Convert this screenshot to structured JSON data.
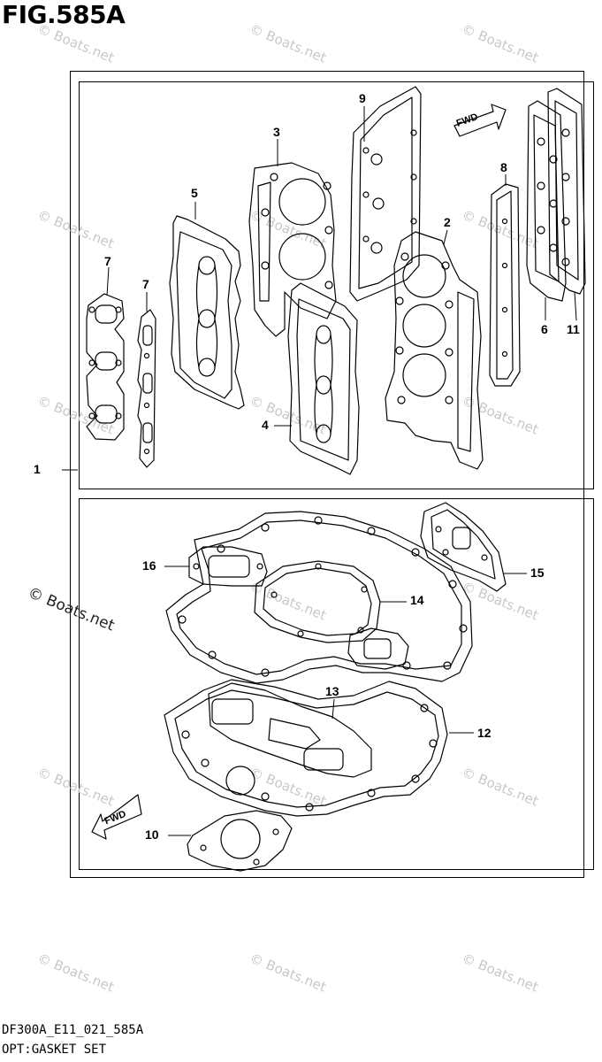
{
  "figure": {
    "title": "FIG.585A"
  },
  "watermark": {
    "text": "© Boats.net",
    "color": "#c8c8c8"
  },
  "direction_labels": {
    "fwd": "FWD"
  },
  "callouts": {
    "c1": "1",
    "c2": "2",
    "c3": "3",
    "c4": "4",
    "c5": "5",
    "c6": "6",
    "c7a": "7",
    "c7b": "7",
    "c8": "8",
    "c9": "9",
    "c10": "10",
    "c11": "11",
    "c12": "12",
    "c13": "13",
    "c14": "14",
    "c15": "15",
    "c16": "16"
  },
  "footer": {
    "code": "DF300A_E11_021_585A",
    "description": "OPT:GASKET SET"
  }
}
